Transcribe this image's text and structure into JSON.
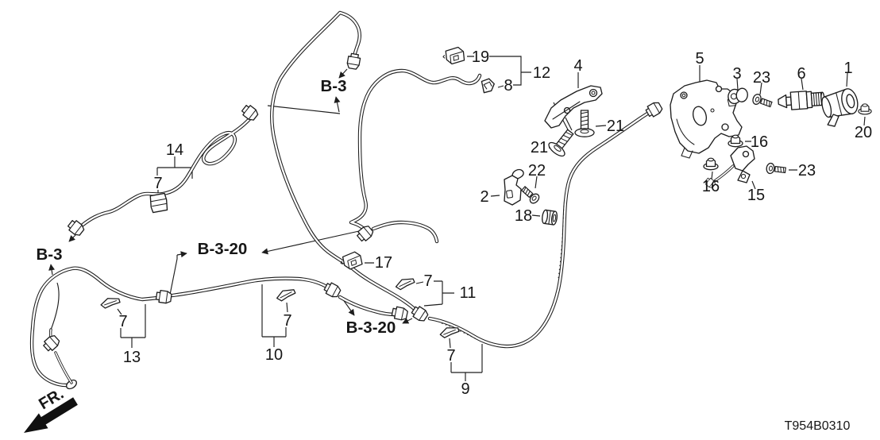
{
  "diagram": {
    "part_code": "T954B0310",
    "direction": "FR.",
    "refs": {
      "b3": "B-3",
      "b3_20": "B-3-20"
    },
    "callouts": {
      "1": "1",
      "2": "2",
      "3": "3",
      "4": "4",
      "5": "5",
      "6": "6",
      "7": "7",
      "8": "8",
      "9": "9",
      "10": "10",
      "11": "11",
      "12": "12",
      "13": "13",
      "14": "14",
      "15": "15",
      "16": "16",
      "17": "17",
      "18": "18",
      "19": "19",
      "20": "20",
      "21": "21",
      "22": "22",
      "23": "23"
    }
  }
}
